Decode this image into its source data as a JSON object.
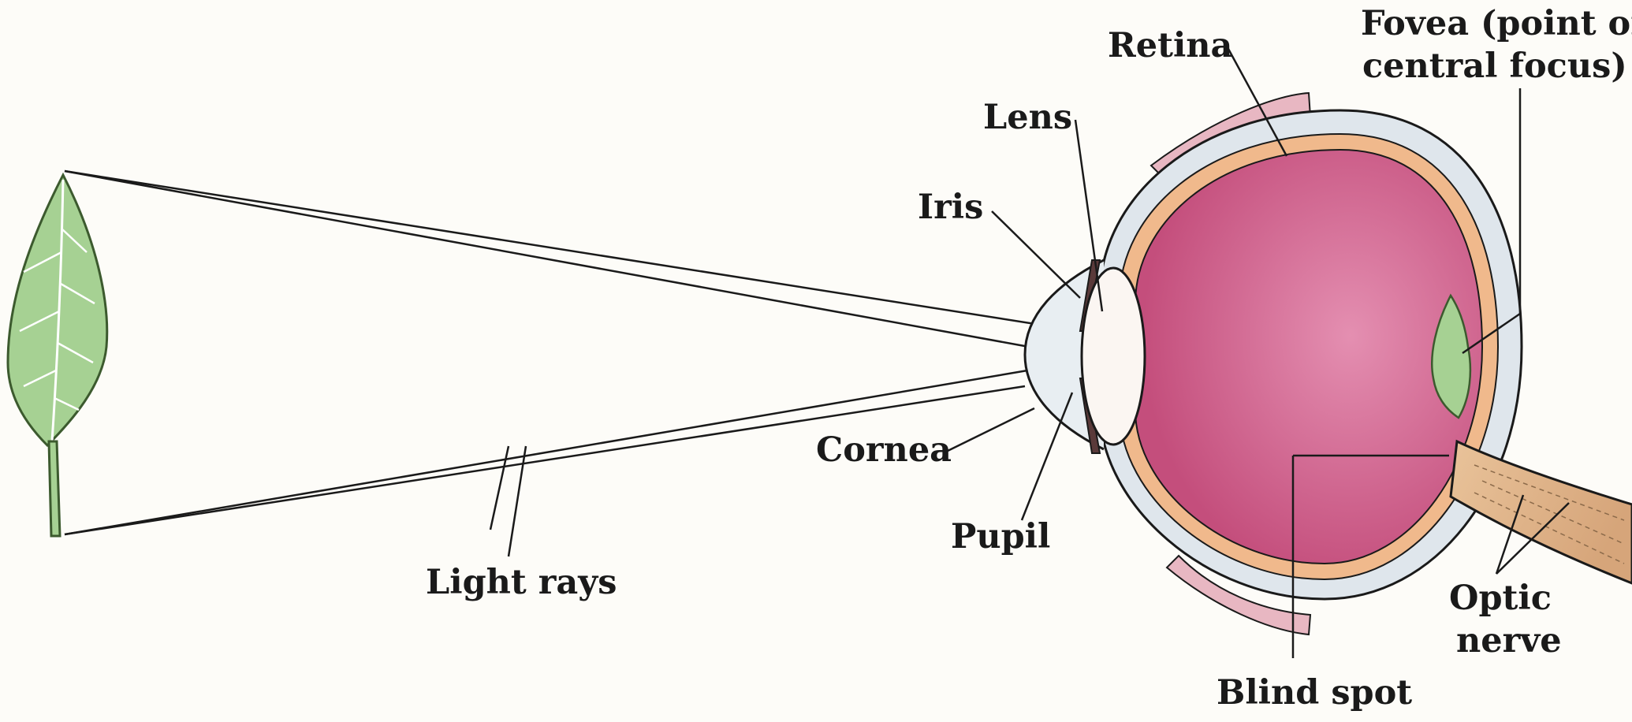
{
  "labels": {
    "retina": "Retina",
    "fovea_line1": "Fovea (point of",
    "fovea_line2": "central focus)",
    "lens": "Lens",
    "iris": "Iris",
    "cornea": "Cornea",
    "pupil": "Pupil",
    "light_rays": "Light rays",
    "blind_spot": "Blind spot",
    "optic_line1": "Optic",
    "optic_line2": "nerve"
  },
  "colors": {
    "background": "#fdfcf8",
    "vitreous": "#c8507e",
    "retina_band": "#f0b98c",
    "sclera": "#dfe6ec",
    "leaf": "#a6d193",
    "line": "#1a1a1a"
  }
}
